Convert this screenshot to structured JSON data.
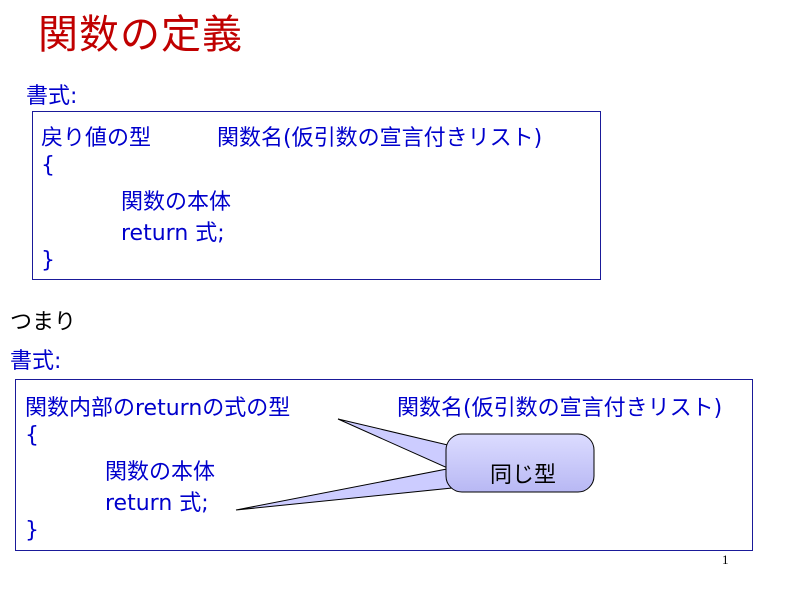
{
  "title": "関数の定義",
  "section1": {
    "label": "書式:",
    "box": {
      "signature_type": "戻り値の型",
      "signature_func": "関数名(仮引数の宣言付きリスト)",
      "open_brace": "{",
      "body_line": "関数の本体",
      "return_line": "return 式;",
      "close_brace": "}"
    }
  },
  "connector": "つまり",
  "section2": {
    "label": "書式:",
    "box": {
      "signature_type": "関数内部のreturnの式の型",
      "signature_func": "関数名(仮引数の宣言付きリスト)",
      "open_brace": "{",
      "body_line": "関数の本体",
      "return_line": "return 式;",
      "close_brace": "}"
    },
    "callout": "同じ型"
  },
  "page_number": "1",
  "colors": {
    "title": "#c00000",
    "text_blue": "#0000cc",
    "box_border": "#1a1a99",
    "callout_fill": "#ccccff"
  }
}
